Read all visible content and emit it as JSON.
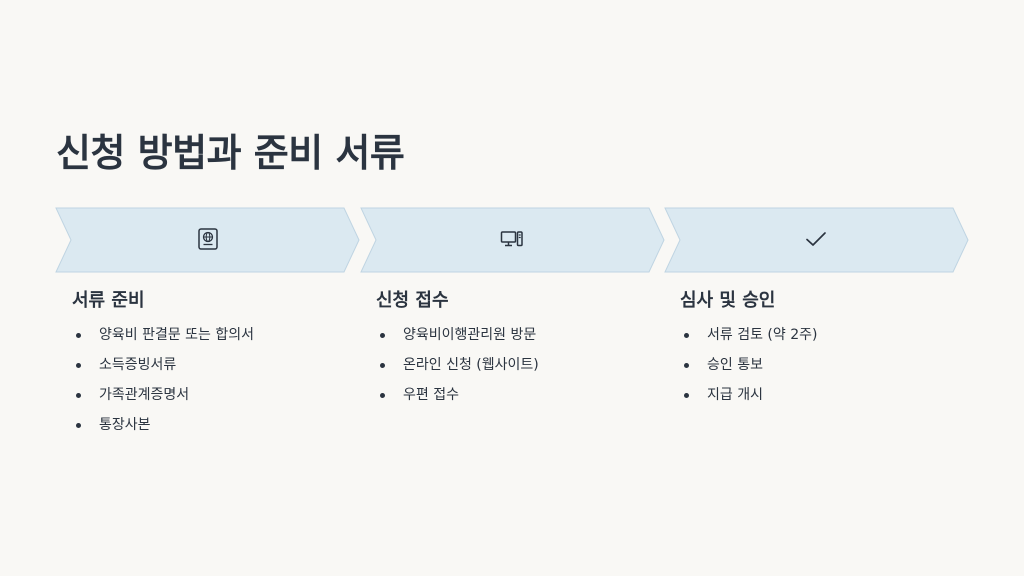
{
  "title": "신청 방법과 준비 서류",
  "steps": [
    {
      "icon": "passport-icon",
      "title": "서류 준비",
      "items": [
        "양육비 판결문 또는 합의서",
        "소득증빙서류",
        "가족관계증명서",
        "통장사본"
      ]
    },
    {
      "icon": "computer-icon",
      "title": "신청 접수",
      "items": [
        "양육비이행관리원 방문",
        "온라인 신청 (웹사이트)",
        "우편 접수"
      ]
    },
    {
      "icon": "checkmark-icon",
      "title": "심사 및 승인",
      "items": [
        "서류 검토 (약 2주)",
        "승인 통보",
        "지급 개시"
      ]
    }
  ],
  "colors": {
    "background": "#f9f8f5",
    "banner_fill": "#dbe9f1",
    "banner_stroke": "#bfd4e2",
    "text": "#2b3440"
  }
}
